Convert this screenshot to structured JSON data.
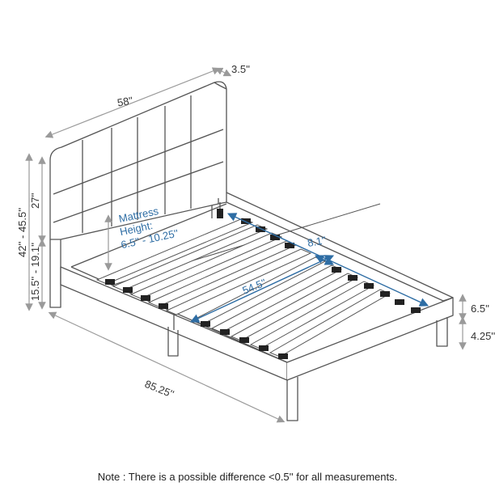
{
  "dimensions": {
    "headboard_width": "58''",
    "headboard_depth": "3.5''",
    "headboard_height": "27''",
    "total_height": "42'' - 45.5''",
    "side_rail_height": "15.5'' - 19.1''",
    "frame_length": "85.25''",
    "rail_height": "6.5''",
    "leg_height": "4.25''",
    "slat_spacing": "8.1''",
    "slat_length": "54.5''"
  },
  "mattress": {
    "line1": "Mattress",
    "line2": "Height:",
    "line3": "6.5'' - 10.25''"
  },
  "note": "Note : There is a possible difference <0.5'' for all measurements.",
  "colors": {
    "line": "#555555",
    "dimension_line": "#9a9a9a",
    "accent_blue": "#2e6da4",
    "slat_dark": "#222222"
  }
}
